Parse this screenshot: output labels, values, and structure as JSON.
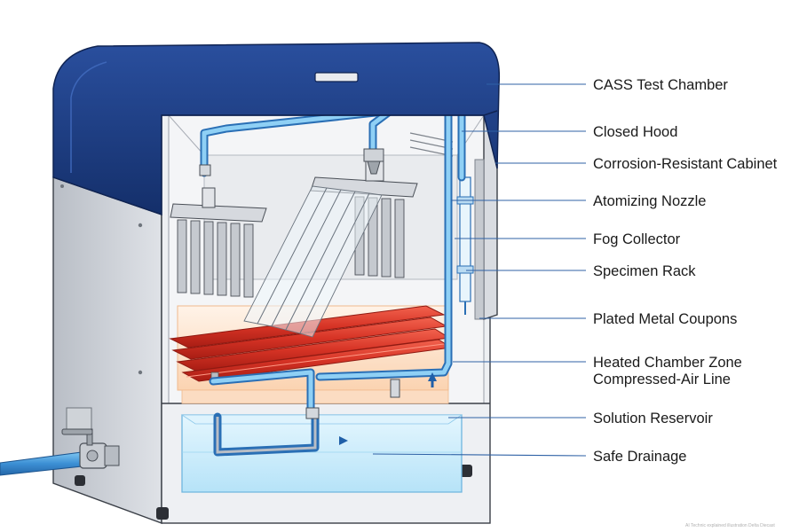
{
  "labels": {
    "cass_test_chamber": "CASS Test Chamber",
    "closed_hood": "Closed Hood",
    "corrosion_resistant_cabinet": "Corrosion-Resistant Cabinet",
    "atomizing_nozzle": "Atomizing Nozzle",
    "fog_collector": "Fog Collector",
    "specimen_rack": "Specimen Rack",
    "plated_metal_coupons": "Plated Metal Coupons",
    "heated_chamber_zone": "Heated Chamber Zone",
    "compressed_air_line": "Compressed-Air Line",
    "solution_reservoir": "Solution Reservoir",
    "safe_drainage": "Safe Drainage"
  },
  "watermark": "AI Technic explained illustration Delta Diecast",
  "colors": {
    "hood": "#1f3f86",
    "leader": "#2f62a6",
    "pipe": "#2a6fb5",
    "pipe_highlight": "#8fd0f5",
    "heater": "#d63325",
    "heat_zone": "#fde4cf",
    "solution": "#cfeefc"
  },
  "icons": {
    "drain_valve": "valve-icon",
    "flow_arrow": "flow-arrow-icon"
  }
}
